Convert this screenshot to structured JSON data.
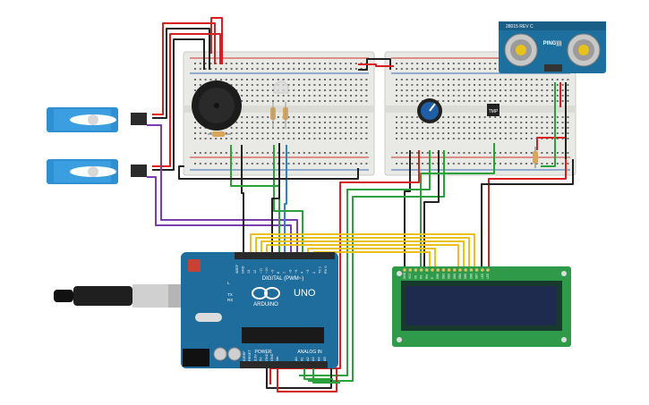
{
  "colors": {
    "breadboard": "#e9e9e6",
    "breadboard_rail_red": "#d0342c",
    "breadboard_rail_blue": "#3a6fb5",
    "arduino": "#1f6d9c",
    "arduino_dark": "#17557c",
    "servo": "#2f8fd0",
    "lcd_board": "#2f9a49",
    "lcd_screen": "#1f2a4f",
    "sensor_board": "#1d6f9e",
    "wire_red": "#d81e1e",
    "wire_black": "#222222",
    "wire_green": "#2aa13a",
    "wire_yellow": "#e6c21b",
    "wire_purple": "#7a3db0",
    "wire_blue": "#2a86c9",
    "wire_gray": "#8a8a8a"
  },
  "arduino": {
    "model": "UNO",
    "brand": "ARDUINO",
    "digital_header": "DIGITAL (PWM~)",
    "analog_header": "ANALOG IN",
    "power_header": "POWER",
    "led_labels": [
      "L",
      "TX",
      "RX"
    ],
    "digital_pins": [
      "AREF",
      "GND",
      "13",
      "12",
      "~11",
      "~10",
      "~9",
      "8",
      "7",
      "~6",
      "~5",
      "4",
      "~3",
      "2",
      "TX 1",
      "RX 0"
    ],
    "power_pins": [
      "IOREF",
      "RESET",
      "3.3V",
      "5V",
      "GND",
      "GND",
      "Vin"
    ],
    "analog_pins": [
      "A0",
      "A1",
      "A2",
      "A3",
      "A4",
      "A5"
    ]
  },
  "ultrasonic": {
    "label": "PING)))",
    "subtitle": "28015 REV C"
  },
  "temperature_sensor": {
    "label": "TMP"
  },
  "lcd": {
    "pins": [
      "GND",
      "VCC",
      "V0",
      "RS",
      "RW",
      "E",
      "DB0",
      "DB1",
      "DB2",
      "DB3",
      "DB4",
      "DB5",
      "DB6",
      "DB7",
      "LED",
      "LED"
    ]
  }
}
